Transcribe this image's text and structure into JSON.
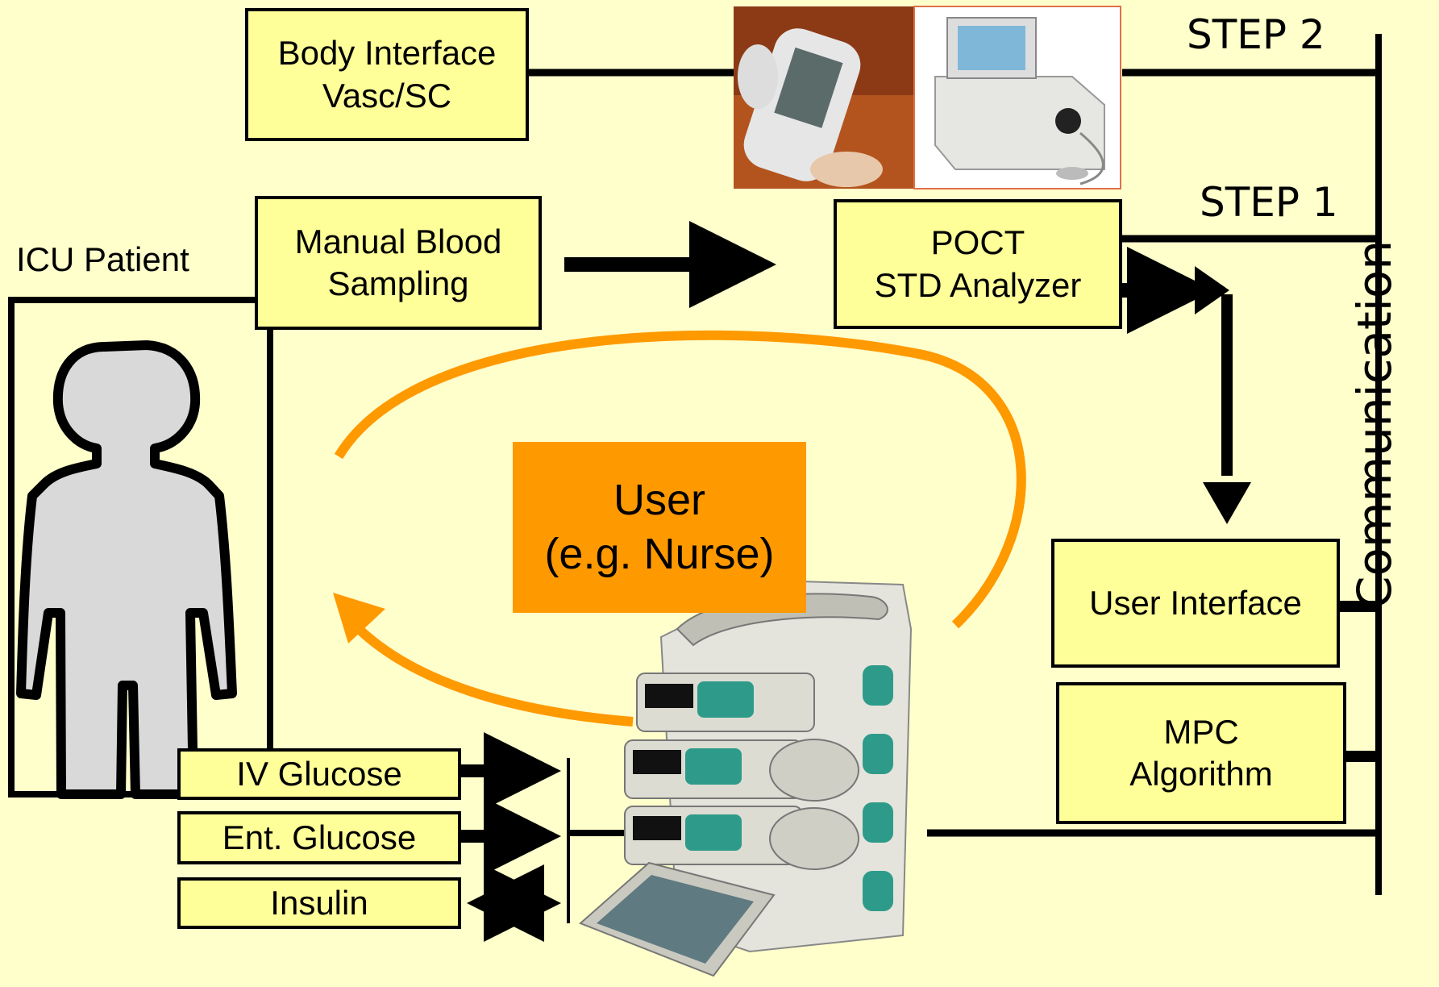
{
  "labels": {
    "step2": "STEP 2",
    "step1": "STEP 1",
    "icu_patient": "ICU Patient",
    "communication": "Communication"
  },
  "boxes": {
    "body_interface": [
      "Body Interface",
      "Vasc/SC"
    ],
    "manual_blood_sampling": [
      "Manual Blood",
      "Sampling"
    ],
    "poct": [
      "POCT",
      "STD Analyzer"
    ],
    "user_interface": [
      "User Interface"
    ],
    "mpc": [
      "MPC",
      "Algorithm"
    ],
    "iv_glucose": [
      "IV Glucose"
    ],
    "ent_glucose": [
      "Ent. Glucose"
    ],
    "insulin": [
      "Insulin"
    ]
  },
  "user": [
    "User",
    "(e.g. Nurse)"
  ],
  "images": {
    "glucose_meter": "glucose-meter-photo",
    "blood_analyzer": "blood-analyzer-photo",
    "infusion_pumps": "infusion-pump-stack-photo"
  },
  "colors": {
    "background": "#ffffcc",
    "box_fill": "#ffff99",
    "user_fill": "#ff9900",
    "loop_arc": "#ff9900"
  }
}
